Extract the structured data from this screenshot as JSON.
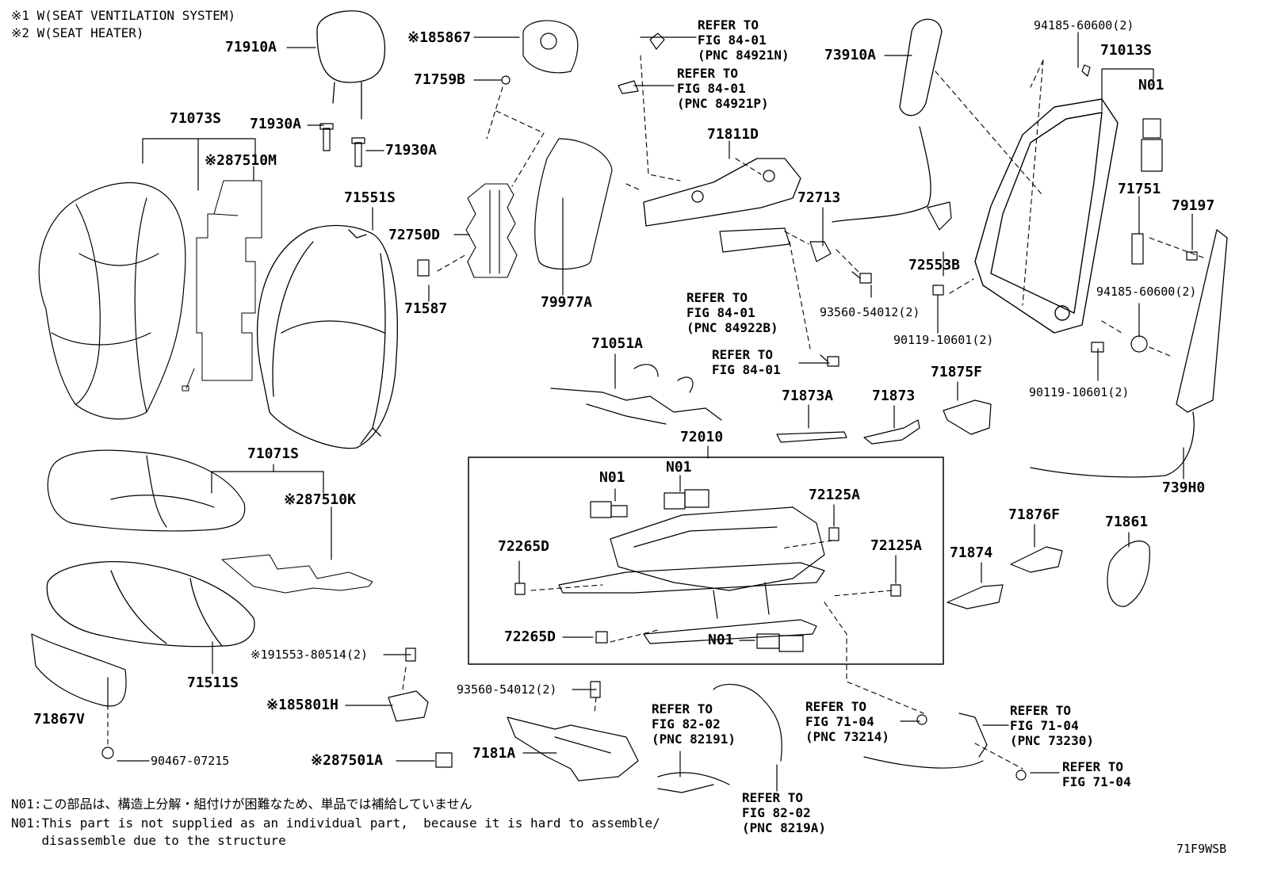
{
  "legend": {
    "line1": "※1 W(SEAT VENTILATION SYSTEM)",
    "line2": "※2 W(SEAT HEATER)"
  },
  "labels": {
    "p71910A": "71910A",
    "p185867": "※185867",
    "p71759B": "71759B",
    "p71073S": "71073S",
    "p71930A_1": "71930A",
    "p71930A_2": "71930A",
    "p87510M": "※287510M",
    "p71551S": "71551S",
    "p72750D": "72750D",
    "p71587": "71587",
    "p79977A": "79977A",
    "p71071S": "71071S",
    "p87510K": "※287510K",
    "p71511S": "71511S",
    "p71867V": "71867V",
    "p90467": "90467-07215",
    "p191553": "※191553-80514(2)",
    "p185801H": "※185801H",
    "p87501A": "※287501A",
    "p93560_lower": "93560-54012(2)",
    "p7181A": "7181A",
    "p71051A": "71051A",
    "p72010": "72010",
    "pN01_a": "N01",
    "pN01_b": "N01",
    "pN01_c": "N01",
    "p72265D_1": "72265D",
    "p72265D_2": "72265D",
    "p72125A_1": "72125A",
    "p72125A_2": "72125A",
    "p71811D": "71811D",
    "p72713": "72713",
    "p93560_upper": "93560-54012(2)",
    "p71873A": "71873A",
    "p71873": "71873",
    "p71875F": "71875F",
    "p73910A": "73910A",
    "p72553B": "72553B",
    "p90119_1": "90119-10601(2)",
    "p90119_2": "90119-10601(2)",
    "p94185_1": "94185-60600(2)",
    "p94185_2": "94185-60600(2)",
    "p71013S": "71013S",
    "pN01_d": "N01",
    "p71751": "71751",
    "p79197": "79197",
    "p739H0": "739H0",
    "p71876F": "71876F",
    "p71874": "71874",
    "p71861": "71861"
  },
  "refs": {
    "r84921N": "REFER TO\nFIG 84-01\n(PNC 84921N)",
    "r84921P": "REFER TO\nFIG 84-01\n(PNC 84921P)",
    "r84922B": "REFER TO\nFIG 84-01\n(PNC 84922B)",
    "r8401": "REFER TO\nFIG 84-01",
    "r82191": "REFER TO\nFIG 82-02\n(PNC 82191)",
    "r8219A": "REFER TO\nFIG 82-02\n(PNC 8219A)",
    "r73214": "REFER TO\nFIG 71-04\n(PNC 73214)",
    "r73230": "REFER TO\nFIG 71-04\n(PNC 73230)",
    "r7104": "REFER TO\nFIG 71-04"
  },
  "notes": {
    "jp": "N01:この部品は、構造上分解・組付けが困難なため、単品では補給していません",
    "en1": "N01:This part is not supplied as an individual part,  because it is hard to assemble/",
    "en2": "    disassemble due to the structure"
  },
  "figure_code": "71F9WSB"
}
